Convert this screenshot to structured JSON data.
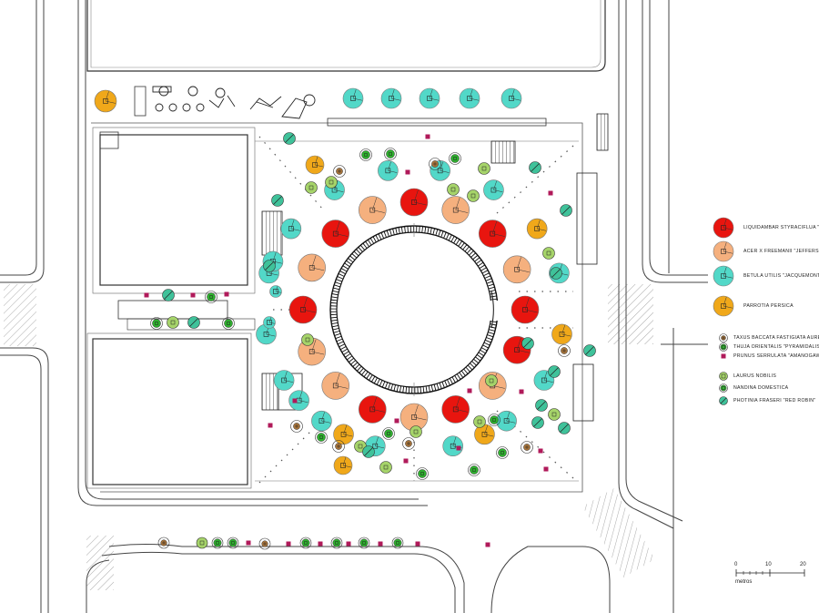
{
  "legend": {
    "items": [
      {
        "label": "LIQUIDAMBAR STYRACIFLUA \"WORPLESDON\"",
        "symbol": "liquidambar",
        "color": "#e8150f"
      },
      {
        "label": "ACER X FREEMANII \"JEFFERSRED\"",
        "symbol": "acer",
        "color": "#f5b07e"
      },
      {
        "label": "BETULA UTILIS \"JACQUEMONTII\"",
        "symbol": "betula",
        "color": "#52d8c8"
      },
      {
        "label": "PARROTIA PERSICA",
        "symbol": "parrotia",
        "color": "#f0a81a"
      },
      {
        "label": "TAXUS BACCATA FASTIGIATA AUREA",
        "symbol": "taxus",
        "color": "#a8743a"
      },
      {
        "label": "THUJA ORIENTALIS \"PYRAMIDALIS AUREA\"",
        "symbol": "thuja",
        "color": "#2fb02f"
      },
      {
        "label": "PRUNUS SERRULATA \"AMANOGAWA\"",
        "symbol": "prunus",
        "color": "#b01a5a"
      },
      {
        "label": "LAURUS NOBILIS",
        "symbol": "laurus",
        "color": "#a6d46a"
      },
      {
        "label": "NANDINA DOMESTICA",
        "symbol": "nandina",
        "color": "#35b835"
      },
      {
        "label": "PHOTINIA FRASERI \"RED ROBIN\"",
        "symbol": "photinia",
        "color": "#3fc29a"
      }
    ]
  },
  "scale": {
    "ticks": [
      "0",
      "10",
      "20"
    ],
    "unit": "metros"
  }
}
